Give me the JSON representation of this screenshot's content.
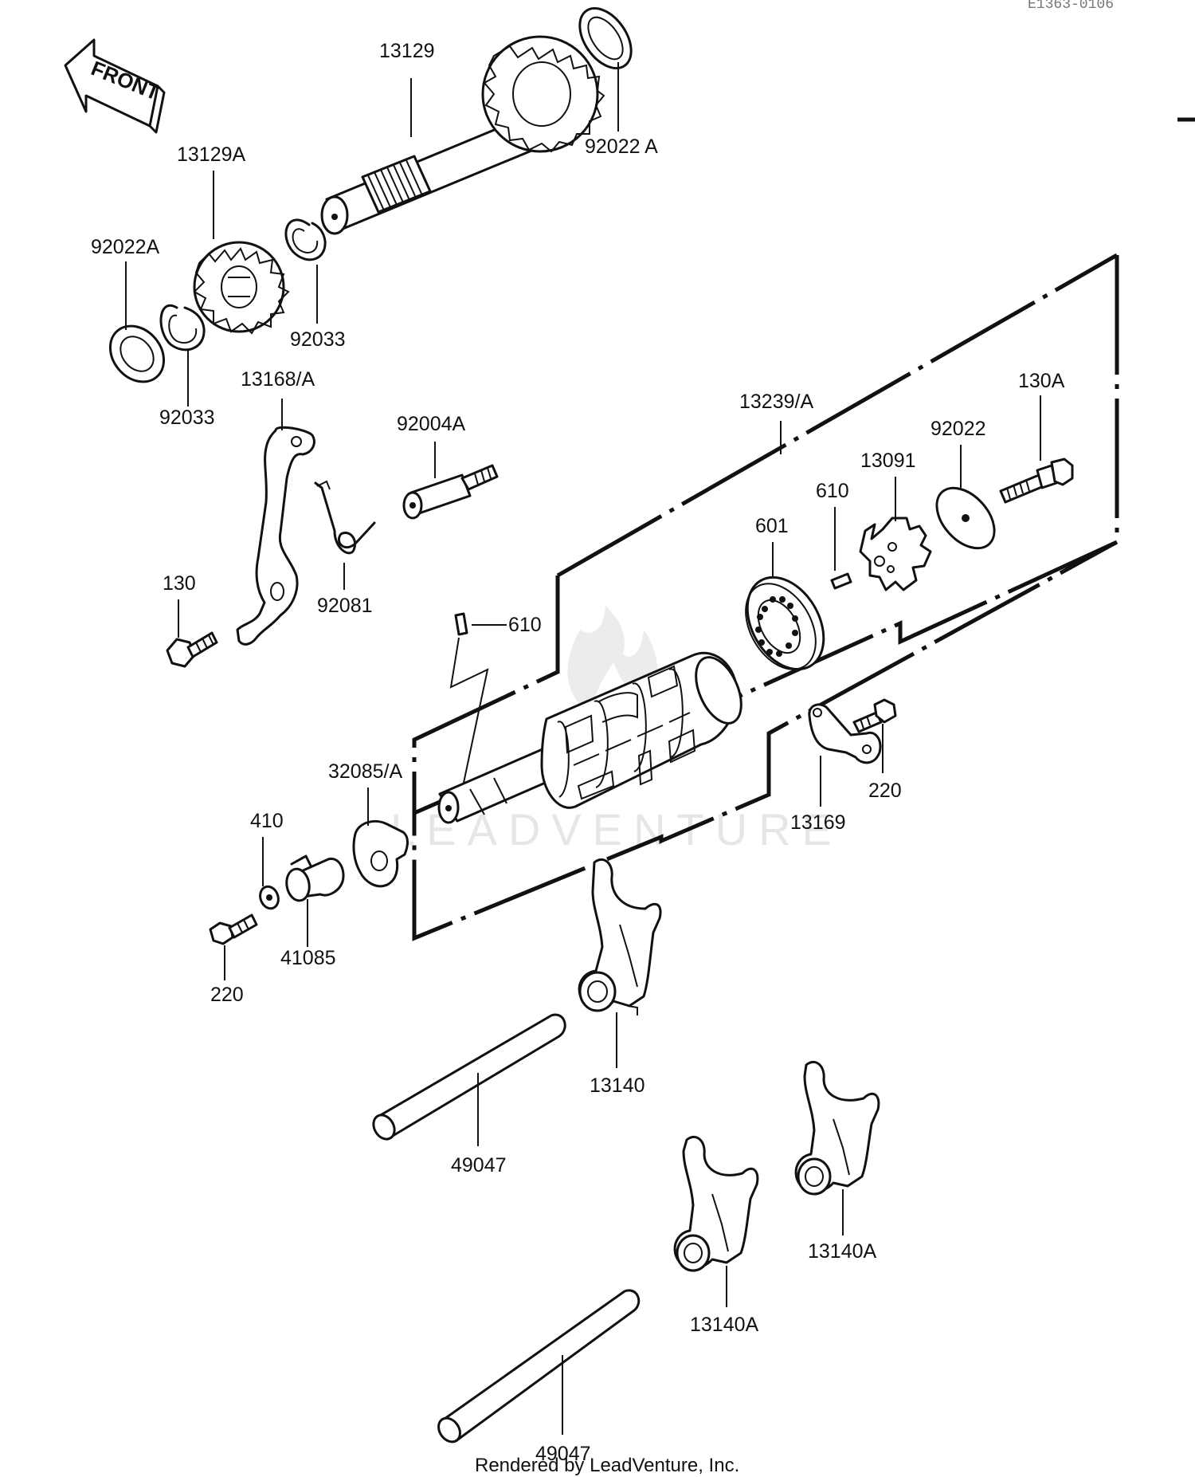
{
  "diagram": {
    "reference_code": "E1363-0106",
    "front_label": "FRONT",
    "watermark": "LEADVENTURE",
    "credit": "Rendered by LeadVenture, Inc."
  },
  "labels": {
    "p13129": "13129",
    "p92022A_top": "92022 A",
    "p13129A": "13129A",
    "p92022A_left": "92022A",
    "p92033_upper": "92033",
    "p92033_lower": "92033",
    "p13168A": "13168/A",
    "p92004A": "92004A",
    "p92081": "92081",
    "p130": "130",
    "p13239A": "13239/A",
    "p130A": "130A",
    "p92022": "92022",
    "p13091": "13091",
    "p610_right": "610",
    "p601": "601",
    "p610_left": "610",
    "p220_right": "220",
    "p13169": "13169",
    "p32085A": "32085/A",
    "p410": "410",
    "p41085": "41085",
    "p220_left": "220",
    "p13140": "13140",
    "p49047_upper": "49047",
    "p13140A_right": "13140A",
    "p13140A_left": "13140A",
    "p49047_lower": "49047"
  }
}
